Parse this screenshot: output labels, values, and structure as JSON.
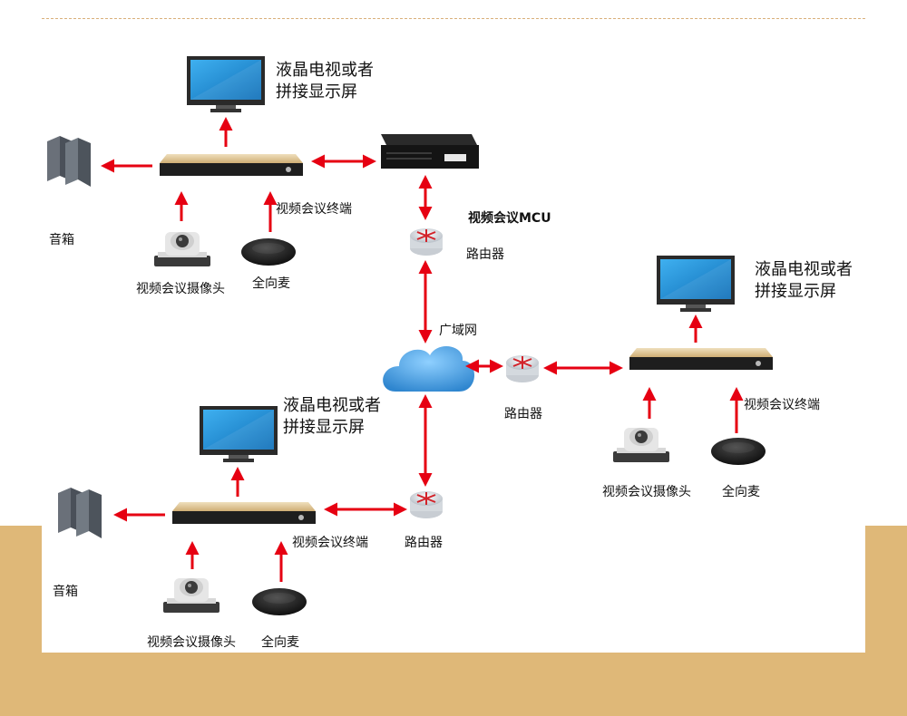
{
  "labels": {
    "tv_top": "液晶电视或者\n拼接显示屏",
    "tv_right": "液晶电视或者\n拼接显示屏",
    "tv_bottom": "液晶电视或者\n拼接显示屏",
    "mcu": "视频会议MCU",
    "router": "路由器",
    "wan": "广域网",
    "terminal": "视频会议终端",
    "speaker": "音箱",
    "camera": "视频会议摄像头",
    "mic": "全向麦"
  },
  "colors": {
    "arrow": "#e60012",
    "background_band": "#dfb878",
    "terminal_top": "#d8bf8c",
    "screen": "#1a8fd6",
    "cloud": "#4aa3e0"
  }
}
